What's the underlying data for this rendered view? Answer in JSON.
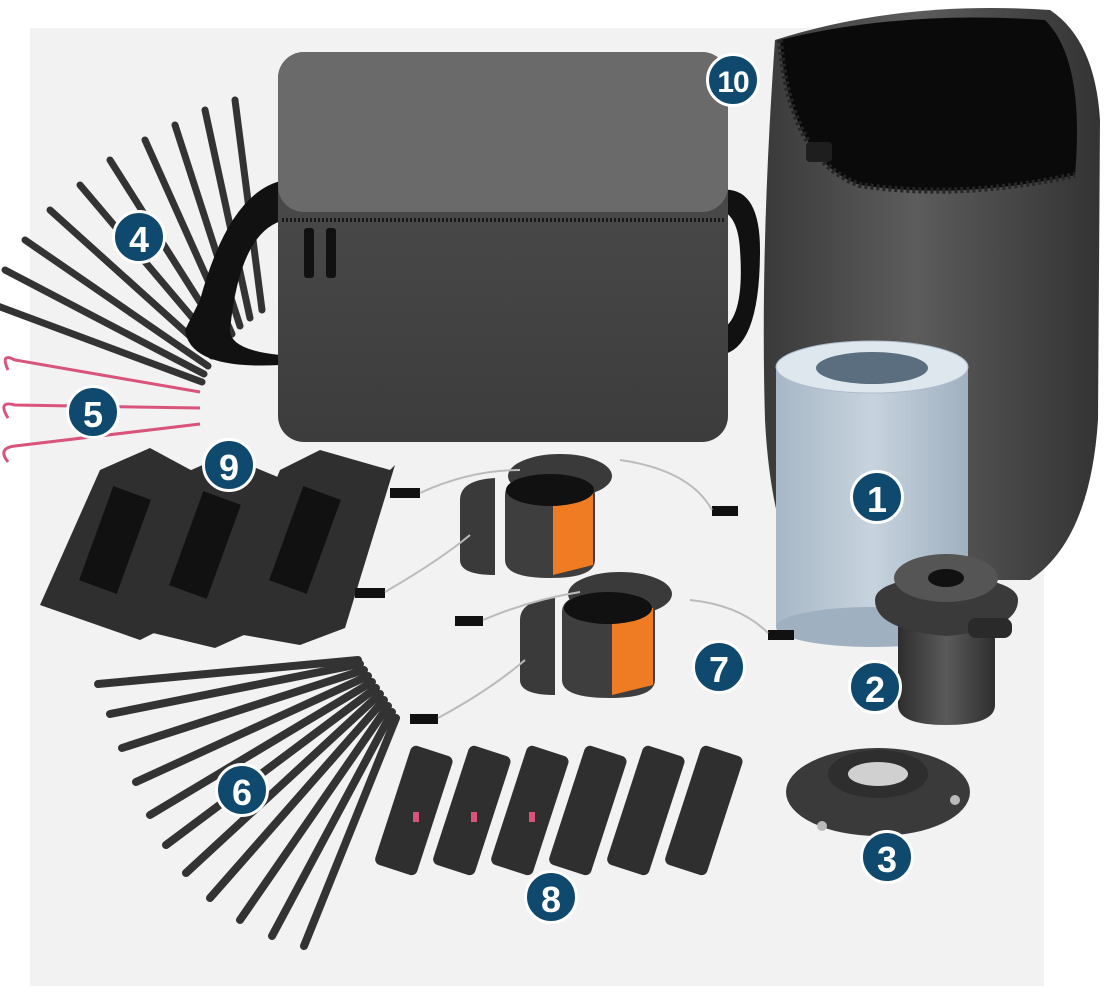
{
  "badge_color": "#0f4a6e",
  "callouts": {
    "c1": "1",
    "c2": "2",
    "c3": "3",
    "c4": "4",
    "c5": "5",
    "c6": "6",
    "c7": "7",
    "c8": "8",
    "c9": "9",
    "c10": "10"
  },
  "colors": {
    "roll": "#b9c7d4",
    "bag": "#4a4a4a",
    "orange_pad": "#ef7b22",
    "pink_stake": "#d9547a",
    "parts": "#3a3a3a"
  }
}
